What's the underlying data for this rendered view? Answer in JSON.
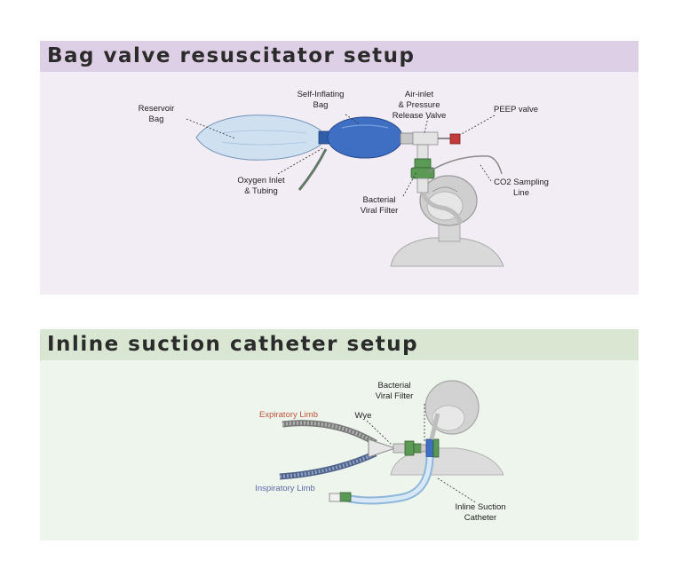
{
  "panels": {
    "bag_valve": {
      "title": "Bag valve resuscitator setup",
      "labels": {
        "reservoir_1": "Reservoir",
        "reservoir_2": "Bag",
        "self_inflating_1": "Self-Inflating",
        "self_inflating_2": "Bag",
        "air_inlet_1": "Air-inlet",
        "air_inlet_2": "& Pressure",
        "air_inlet_3": "Release Valve",
        "peep": "PEEP valve",
        "oxygen_1": "Oxygen Inlet",
        "oxygen_2": "& Tubing",
        "filter_1": "Bacterial",
        "filter_2": "Viral Filter",
        "co2_1": "CO2 Sampling",
        "co2_2": "Line"
      }
    },
    "inline_suction": {
      "title": "Inline suction catheter setup",
      "labels": {
        "filter_1": "Bacterial",
        "filter_2": "Viral Filter",
        "wye": "Wye",
        "expiratory": "Expiratory Limb",
        "inspiratory": "Inspiratory Limb",
        "catheter_1": "Inline Suction",
        "catheter_2": "Catheter"
      }
    }
  },
  "colors": {
    "reservoir_fill": "#cfe0f0",
    "bag_fill": "#3f6fc2",
    "filter_fill": "#5a9a55",
    "peep_fill": "#c23a3a",
    "catheter_fill": "#b7d3ec",
    "expiratory_text": "#c0533a",
    "inspiratory_text": "#5b69a8"
  }
}
